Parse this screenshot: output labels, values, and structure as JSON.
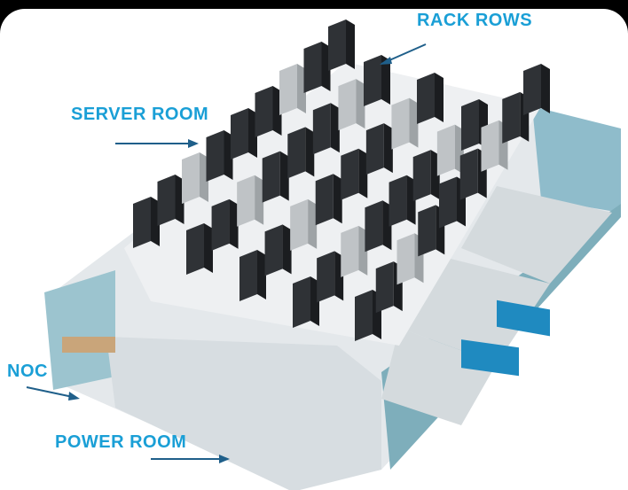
{
  "labels": {
    "rack_rows": "RACK ROWS",
    "server_room": "SERVER ROOM",
    "noc": "NOC",
    "power_room": "POWER ROOM"
  },
  "colors": {
    "label": "#1a9fd6",
    "arrow": "#1f5f8a",
    "floor": "#e9ecef",
    "wall": "#86b3bf",
    "rack": "#2f3236",
    "generator": "#1f8ac0"
  }
}
